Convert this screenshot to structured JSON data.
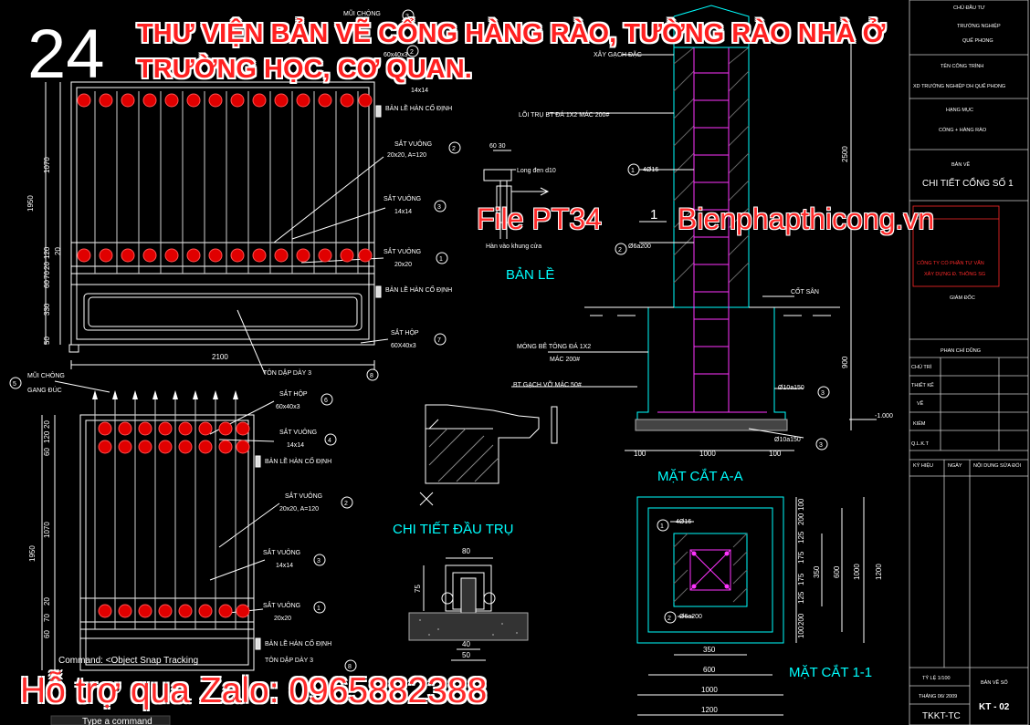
{
  "overlay": {
    "number": "24",
    "title": "THƯ VIỆN BẢN VẼ CỔNG HÀNG RÀO, TƯỜNG RÀO NHÀ Ở TRƯỜNG HỌC, CƠ QUAN.",
    "file_code": "File PT34",
    "site": "Bienphapthicong.vn",
    "zalo": "Hỗ trợ qua Zalo: 0965882388"
  },
  "gate_top": {
    "labels": {
      "mui_chong": "MŨI CHÔNG",
      "sat_hop_1": "60x40x3",
      "sat_vuong_1": "14x14",
      "ban_le_1": "BẢN LỀ HÀN CỐ ĐỊNH",
      "sat_vuong_2": "SẮT VUÔNG",
      "sat_vuong_2_spec": "20x20, A=120",
      "sat_vuong_3": "SẮT VUÔNG",
      "sat_vuong_3_spec": "14x14",
      "sat_vuong_4": "SẮT VUÔNG",
      "sat_vuong_4_spec": "20x20",
      "ban_le_2": "BẢN LỀ HÀN CỐ ĐỊNH",
      "sat_hop_2": "SẮT HỘP",
      "sat_hop_2_spec": "60X40x3",
      "ton_dap": "TÔN DẬP DÀY 3",
      "width": "2100",
      "h1950": "1950",
      "h1070": "1070",
      "h120": "120",
      "h20a": "20",
      "h20b": "20",
      "h60": "60",
      "h70": "70",
      "h330": "330",
      "h50": "50"
    },
    "callouts": [
      "3",
      "2",
      "3",
      "1",
      "7",
      "8"
    ]
  },
  "gate_bottom": {
    "labels": {
      "mui_chong": "MŨI CHÔNG",
      "gang_duc": "GANG ĐÚC",
      "sat_hop": "SẮT HỘP",
      "sat_hop_spec": "60x40x3",
      "sat_vuong_a": "SẮT VUÔNG",
      "sat_vuong_a_spec": "14x14",
      "ban_le": "BẢN LỀ HÀN CỐ ĐỊNH",
      "sat_vuong_b": "SẮT VUÔNG",
      "sat_vuong_b_spec": "20x20, A=120",
      "sat_vuong_c": "SẮT VUÔNG",
      "sat_vuong_c_spec": "14x14",
      "sat_vuong_d": "SẮT VUÔNG",
      "sat_vuong_d_spec": "20x20",
      "ban_le_2": "BẢN LỀ HÀN CỐ ĐỊNH",
      "ton_dap": "TÔN DẬP DÀY 3",
      "h1950": "1950",
      "h1070": "1070",
      "h20a": "20",
      "h120": "120",
      "h60": "60",
      "h20b": "20",
      "h70": "70",
      "h60b": "60"
    },
    "callouts": [
      "5",
      "6",
      "4",
      "2",
      "3",
      "1",
      "8"
    ]
  },
  "hinge": {
    "dims": "60 30",
    "long_den": "Long đen d10",
    "han": "Hàn vào khung cửa",
    "title": "BẢN LỀ"
  },
  "pillar_head": {
    "title": "CHI TIẾT ĐẦU TRỤ"
  },
  "wheel": {
    "w80": "80",
    "h75": "75",
    "d40": "40",
    "d50": "50"
  },
  "section_aa": {
    "xay_gach": "XÂY GẠCH ĐẶC",
    "loi_tru": "LÕI TRỤ BT ĐÁ 1X2 MÁC 200#",
    "rebar1": "4Ø16",
    "section_no": "1",
    "rebar2": "Ø6a200",
    "cot_san": "CỐT SÂN",
    "mong": "MÓNG BÊ TÔNG ĐÁ 1X2",
    "mac200": "MÁC 200#",
    "bt_gach": "BT GẠCH VỠ MÁC 50#",
    "rebar3": "Ø10a150",
    "rebar4": "Ø10a150",
    "elev": "-1.000",
    "h2500": "2500",
    "h900": "900",
    "w100a": "100",
    "w1000": "1000",
    "w100b": "100",
    "title": "MẶT CẮT A-A",
    "callouts": [
      "1",
      "2",
      "3",
      "3"
    ]
  },
  "section_11": {
    "rebar1": "4Ø16",
    "rebar2": "Ø6a200",
    "d350": "350",
    "d600": "600",
    "d1000": "1000",
    "d1200": "1200",
    "v100a": "100",
    "v200": "200",
    "v125": "125",
    "v175a": "175",
    "v175b": "175",
    "v125b": "125",
    "v200b": "200",
    "v100b": "100",
    "r350": "350",
    "r600": "600",
    "r1000": "1000",
    "r1200": "1200",
    "title": "MẶT CẮT 1-1"
  },
  "title_block": {
    "chu_dau_tu": "CHỦ ĐẦU TƯ",
    "chu_dau_tu_val1": "TRƯỜNG NGHIỆP",
    "chu_dau_tu_val2": "QUẾ PHONG",
    "ten_cong_trinh": "TÊN CÔNG TRÌNH",
    "ten_cong_trinh_val": "XD TRƯỜNG NGHIỆP DH QUẾ PHONG",
    "hang_muc": "HẠNG MỤC",
    "hang_muc_val": "CỔNG + HÀNG RÀO",
    "ban_ve": "BẢN VẼ",
    "ban_ve_val": "CHI TIẾT CỔNG SỐ 1",
    "company_1": "CÔNG TY CỔ PHẦN TƯ VẤN",
    "company_2": "XÂY DỰNG Đ. THÔNG SG",
    "giam_doc": "GIÁM ĐỐC",
    "phan_chi_dung": "PHAN CHÍ DŨNG",
    "roles": [
      "CHỦ TRÌ",
      "THIẾT KẾ",
      "VẼ",
      "KIỂM",
      "Q.L.K.T"
    ],
    "rev_headers": [
      "KÝ HIỆU",
      "NGÀY",
      "NỘI DUNG SỬA ĐỔI"
    ],
    "ty_le": "TỶ LỆ 1/100",
    "ban_ve_so": "BẢN VẼ SỐ",
    "thang": "THÁNG 06/ 2009",
    "code": "TKKT-TC",
    "sheet": "KT - 02"
  },
  "command_line": {
    "line1": "Command: <Object Snap Tracking",
    "line2": "Type a command"
  }
}
